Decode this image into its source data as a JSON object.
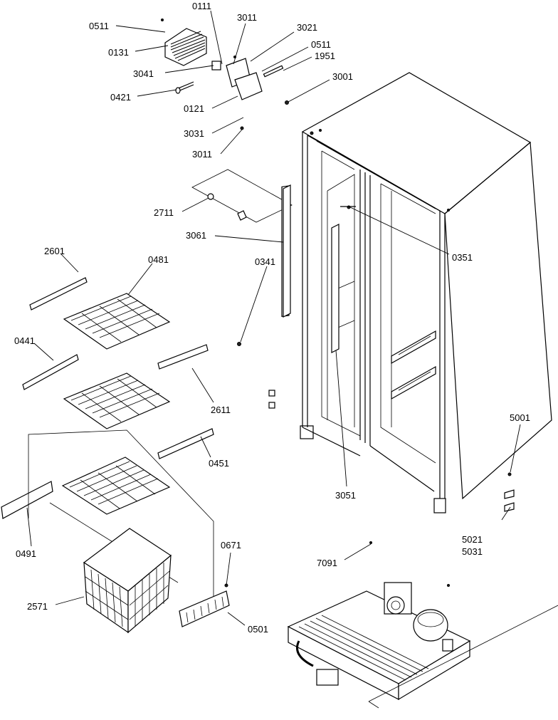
{
  "callouts": [
    {
      "id": "c-0511a",
      "text": "0511"
    },
    {
      "id": "c-0111",
      "text": "0111"
    },
    {
      "id": "c-3011a",
      "text": "3011"
    },
    {
      "id": "c-3021",
      "text": "3021"
    },
    {
      "id": "c-0131",
      "text": "0131"
    },
    {
      "id": "c-0511b",
      "text": "0511"
    },
    {
      "id": "c-1951",
      "text": "1951"
    },
    {
      "id": "c-3041",
      "text": "3041"
    },
    {
      "id": "c-3001",
      "text": "3001"
    },
    {
      "id": "c-0421",
      "text": "0421"
    },
    {
      "id": "c-0121",
      "text": "0121"
    },
    {
      "id": "c-3031",
      "text": "3031"
    },
    {
      "id": "c-3011b",
      "text": "3011"
    },
    {
      "id": "c-2711",
      "text": "2711"
    },
    {
      "id": "c-3061",
      "text": "3061"
    },
    {
      "id": "c-0351",
      "text": "0351"
    },
    {
      "id": "c-2601",
      "text": "2601"
    },
    {
      "id": "c-0481",
      "text": "0481"
    },
    {
      "id": "c-0341",
      "text": "0341"
    },
    {
      "id": "c-0441",
      "text": "0441"
    },
    {
      "id": "c-2611",
      "text": "2611"
    },
    {
      "id": "c-5001",
      "text": "5001"
    },
    {
      "id": "c-0451",
      "text": "0451"
    },
    {
      "id": "c-3051",
      "text": "3051"
    },
    {
      "id": "c-5021",
      "text": "5021"
    },
    {
      "id": "c-5031",
      "text": "5031"
    },
    {
      "id": "c-0491",
      "text": "0491"
    },
    {
      "id": "c-0671",
      "text": "0671"
    },
    {
      "id": "c-7091",
      "text": "7091"
    },
    {
      "id": "c-2571",
      "text": "2571"
    },
    {
      "id": "c-0501",
      "text": "0501"
    }
  ]
}
